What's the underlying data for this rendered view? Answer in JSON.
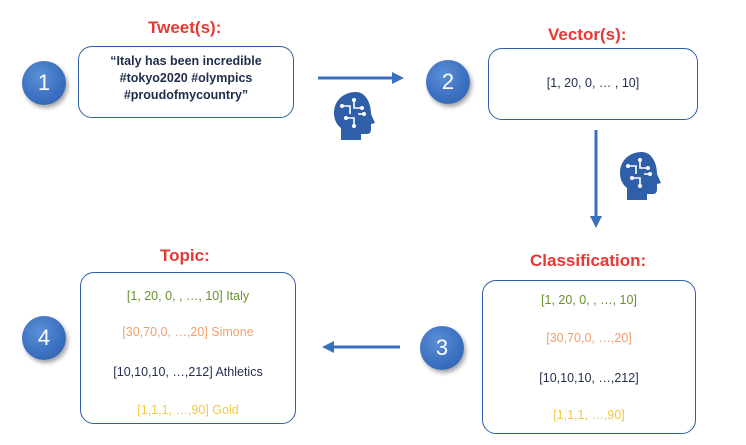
{
  "headings": {
    "tweets": "Tweet(s):",
    "vectors": "Vector(s):",
    "topic": "Topic:",
    "classification": "Classification:"
  },
  "steps": [
    "1",
    "2",
    "3",
    "4"
  ],
  "tweet": {
    "line1": "“Italy has been incredible",
    "line2": "#tokyo2020 #olympics",
    "line3": "#proudofmycountry”"
  },
  "vector": "[1, 20, 0, … , 10]",
  "classification": [
    {
      "text": "[1, 20, 0, , …, 10]",
      "color": "#6a8f2f"
    },
    {
      "text": "[30,70,0, …,20]",
      "color": "#f0a070"
    },
    {
      "text": "[10,10,10, …,212]",
      "color": "#1f2d4d"
    },
    {
      "text": "[1,1,1, …,90]",
      "color": "#f3c940"
    }
  ],
  "topic": [
    {
      "text": "[1, 20, 0, , …, 10] Italy",
      "color": "#6a8f2f"
    },
    {
      "text": "[30,70,0, …,20] Simone",
      "color": "#f0a070"
    },
    {
      "text": "[10,10,10, …,212]  Athletics",
      "color": "#1f2d4d"
    },
    {
      "text": "[1,1,1, …,90] Gold",
      "color": "#f3c940"
    }
  ],
  "icons": [
    "brain-head-icon",
    "brain-head-icon"
  ],
  "colors": {
    "accent": "#e53935",
    "circle": "#3a6fc0",
    "arrow": "#3a6fc0"
  }
}
